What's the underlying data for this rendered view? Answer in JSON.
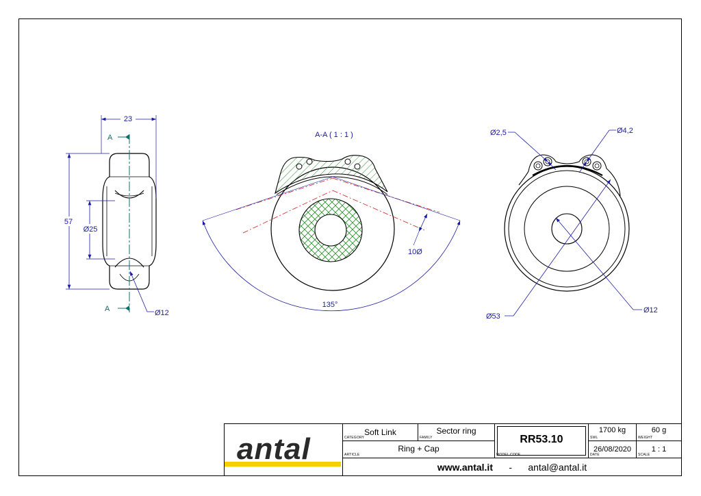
{
  "views": {
    "side": {
      "dims": {
        "width": "23",
        "height": "57",
        "groove_dia": "Ø25",
        "pin_dia": "Ø12"
      },
      "section_marks": {
        "top": "A",
        "bottom": "A"
      }
    },
    "section": {
      "title": "A-A ( 1 : 1 )",
      "angle": "135°",
      "gap": "10Ø"
    },
    "front": {
      "dims": {
        "hole_small": "Ø2,5",
        "hole_large": "Ø4,2",
        "outer_dia": "Ø53",
        "bore_dia": "Ø12"
      }
    }
  },
  "title_block": {
    "logo": "antal",
    "category": {
      "value": "Soft Link",
      "caption": "CATEGORY"
    },
    "family": {
      "value": "Sector ring",
      "caption": "FAMILY"
    },
    "article": {
      "value": "Ring + Cap",
      "caption": "ARTICLE"
    },
    "model_code": {
      "value": "RR53.10",
      "caption": "MODEL CODE"
    },
    "swl": {
      "value": "1700 kg",
      "caption": "SWL"
    },
    "weight": {
      "value": "60 g",
      "caption": "WEIGHT"
    },
    "date": {
      "value": "26/08/2020",
      "caption": "DATE"
    },
    "scale": {
      "value": "1 : 1",
      "caption": "SCALE"
    },
    "website": "www.antal.it",
    "separator": "-",
    "email": "antal@antal.it"
  },
  "colors": {
    "dimension": "#1a1aa6",
    "section_line": "#0f6d6d",
    "hatch": "#2f8f2f",
    "cutline": "#d02020",
    "logo_accent": "#f5d000"
  }
}
